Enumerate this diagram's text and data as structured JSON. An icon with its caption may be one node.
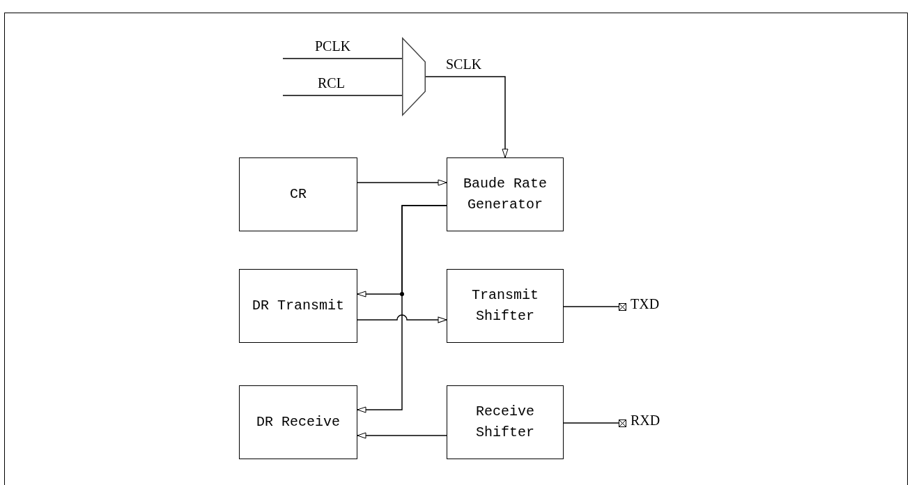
{
  "diagram": {
    "nodes": [
      {
        "text": [],
        "shape": "trapezoid"
      },
      {
        "text": [
          "CR"
        ]
      },
      {
        "text": [
          "Baude Rate Generator"
        ]
      },
      {
        "text": [
          "DR Transmit"
        ]
      },
      {
        "text": [
          "Transmit Shifter"
        ]
      },
      {
        "text": [
          "DR Receive"
        ]
      },
      {
        "text": [
          "Receive Shifter"
        ]
      },
      {
        "text": [],
        "shape": "box",
        "beside": [
          "TXD"
        ]
      },
      {
        "text": [],
        "shape": "box",
        "beside": [
          "RXD"
        ]
      }
    ],
    "edges": [
      {
        "from": null,
        "to": 0,
        "arrow": "none",
        "label": "PCLK"
      },
      {
        "from": null,
        "to": 0,
        "arrow": "none",
        "label": "RCL"
      },
      {
        "from": 0,
        "to": 2,
        "arrow": "to",
        "label": "SCLK"
      },
      {
        "from": 1,
        "to": 2,
        "arrow": "to"
      },
      {
        "from": 2,
        "to": 3,
        "arrow": "to"
      },
      {
        "from": 2,
        "to": 5,
        "arrow": "to"
      },
      {
        "from": 3,
        "to": 4,
        "arrow": "to"
      },
      {
        "from": 6,
        "to": 5,
        "arrow": "to"
      },
      {
        "from": 4,
        "to": 7,
        "arrow": "none"
      },
      {
        "from": 6,
        "to": 8,
        "arrow": "none"
      }
    ]
  }
}
